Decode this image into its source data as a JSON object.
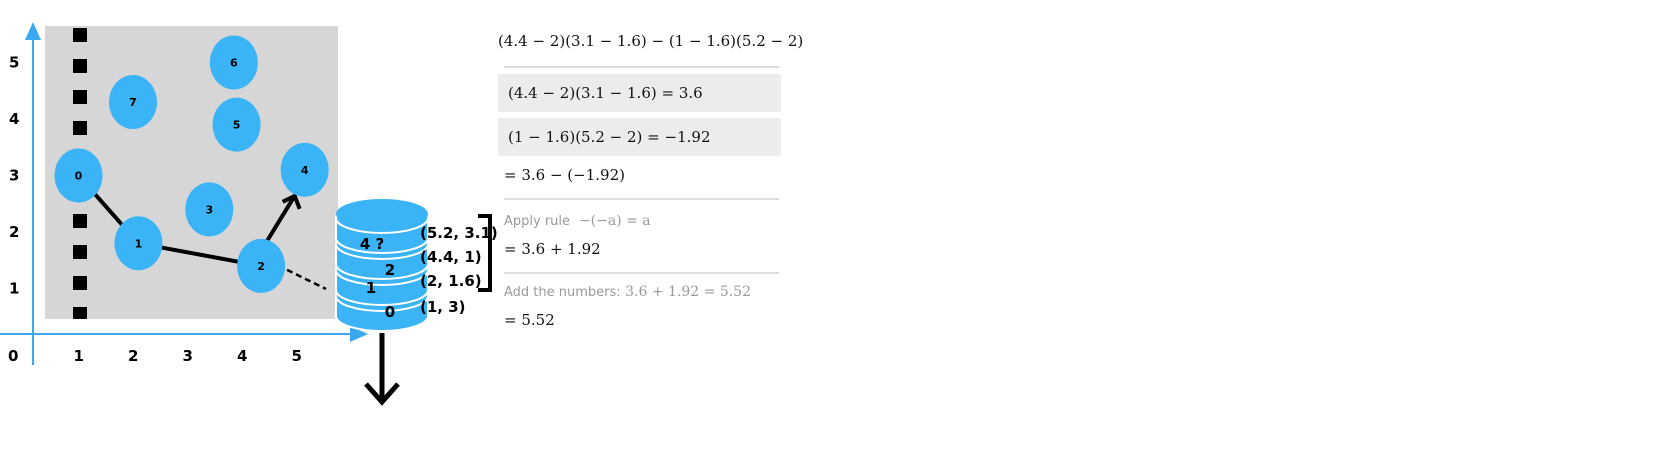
{
  "axes": {
    "origin_label": "0",
    "x_ticks": [
      "1",
      "2",
      "3",
      "4",
      "5"
    ],
    "y_ticks": [
      "1",
      "2",
      "3",
      "4",
      "5"
    ],
    "color": "#3aa8f0"
  },
  "nodes": [
    {
      "label": "0",
      "x": 1.0,
      "y": 3.0
    },
    {
      "label": "1",
      "x": 2.1,
      "y": 1.8
    },
    {
      "label": "2",
      "x": 4.35,
      "y": 1.4
    },
    {
      "label": "3",
      "x": 3.4,
      "y": 2.4
    },
    {
      "label": "4",
      "x": 5.15,
      "y": 3.1
    },
    {
      "label": "5",
      "x": 3.9,
      "y": 3.9
    },
    {
      "label": "6",
      "x": 3.85,
      "y": 5.0
    },
    {
      "label": "7",
      "x": 2.0,
      "y": 4.3
    }
  ],
  "node_color": "#3ab4f7",
  "stack": {
    "layers": [
      "0",
      "1",
      "2",
      "4  ?"
    ],
    "coords": [
      "(5.2, 3.1)",
      "(4.4, 1)",
      "(2, 1.6)",
      "(1, 3)"
    ],
    "color": "#3ab4f7"
  },
  "math": {
    "expression": "(4.4 − 2)(3.1 − 1.6) − (1 − 1.6)(5.2 − 2)",
    "step1": "(4.4 − 2)(3.1 − 1.6) = 3.6",
    "step2": "(1 − 1.6)(5.2 − 2) = −1.92",
    "combined": "= 3.6 − (−1.92)",
    "rule_note": "Apply rule",
    "rule": "−(−a) = a",
    "after_rule": "= 3.6 + 1.92",
    "add_note": "Add the numbers:",
    "add_expr": "3.6 + 1.92 = 5.52",
    "result": "= 5.52"
  }
}
